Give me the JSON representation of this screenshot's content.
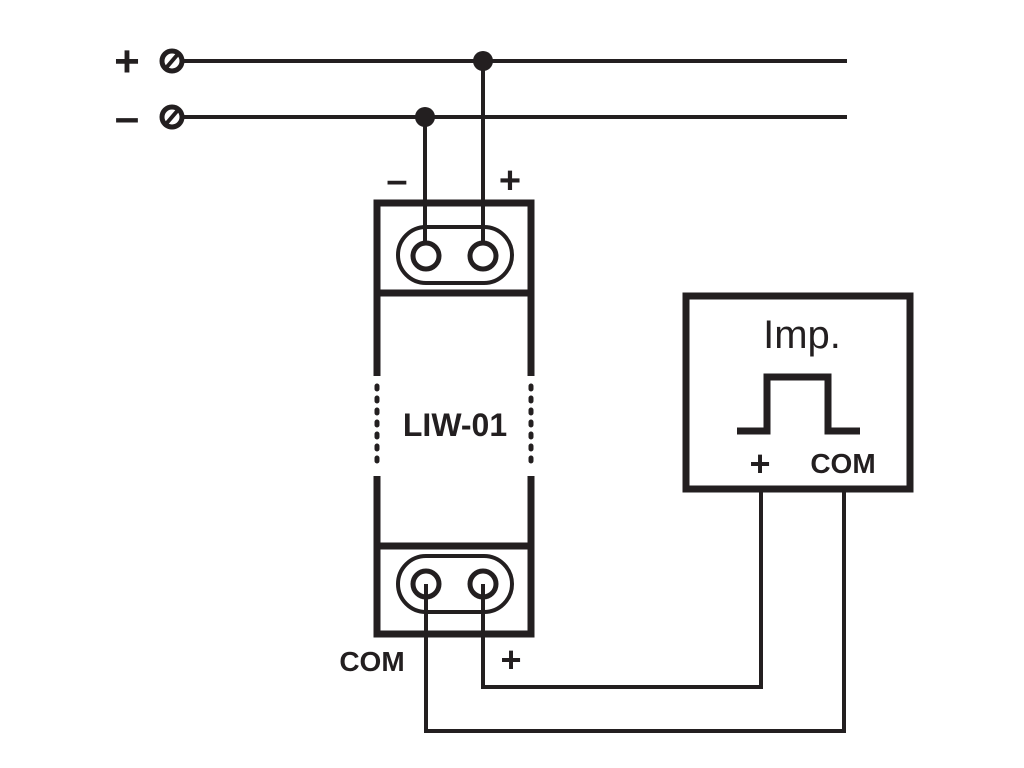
{
  "supply": {
    "positive_sign": "+",
    "negative_sign": "–"
  },
  "device": {
    "name": "LIW-01",
    "top_terminals": {
      "minus": "–",
      "plus": "+"
    },
    "bottom_terminals": {
      "com": "COM",
      "plus": "+"
    }
  },
  "impulse_source": {
    "title": "Imp.",
    "plus": "+",
    "com": "COM"
  },
  "colors": {
    "ink": "#231f20",
    "background": "#ffffff"
  }
}
